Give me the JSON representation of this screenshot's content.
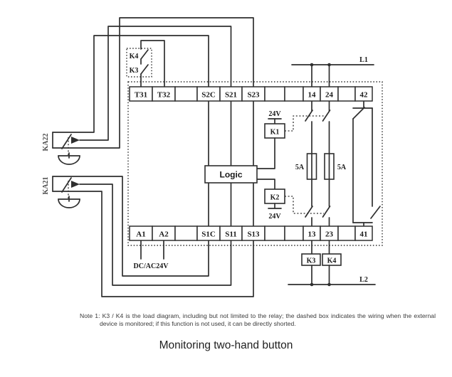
{
  "diagram": {
    "terminals_top": [
      "T31",
      "T32",
      "",
      "S2C",
      "S21",
      "S23",
      "",
      "",
      "14",
      "24",
      "",
      "42"
    ],
    "terminals_bottom": [
      "A1",
      "A2",
      "",
      "S1C",
      "S11",
      "S13",
      "",
      "",
      "13",
      "23",
      "",
      "41"
    ],
    "labels": {
      "logic": "Logic",
      "k1": "K1",
      "k2": "K2",
      "k3_load": "K3",
      "k4_load": "K4",
      "k3_contact": "K3",
      "k4_contact": "K4",
      "l1": "L1",
      "l2": "L2",
      "v24_top": "24V",
      "v24_bottom": "24V",
      "fuse_left": "5A",
      "fuse_right": "5A",
      "ka22": "KA22",
      "ka21": "KA21",
      "supply": "DC/AC24V"
    },
    "colors": {
      "line": "#2f2f2f",
      "text": "#1a1a1a"
    }
  },
  "note": {
    "prefix": "Note 1:",
    "body": "K3 / K4 is the load diagram, including but not limited to the relay; the dashed box indicates the wiring when the external device is monitored; if this function is not used, it can be directly shorted."
  },
  "title": "Monitoring two-hand button"
}
